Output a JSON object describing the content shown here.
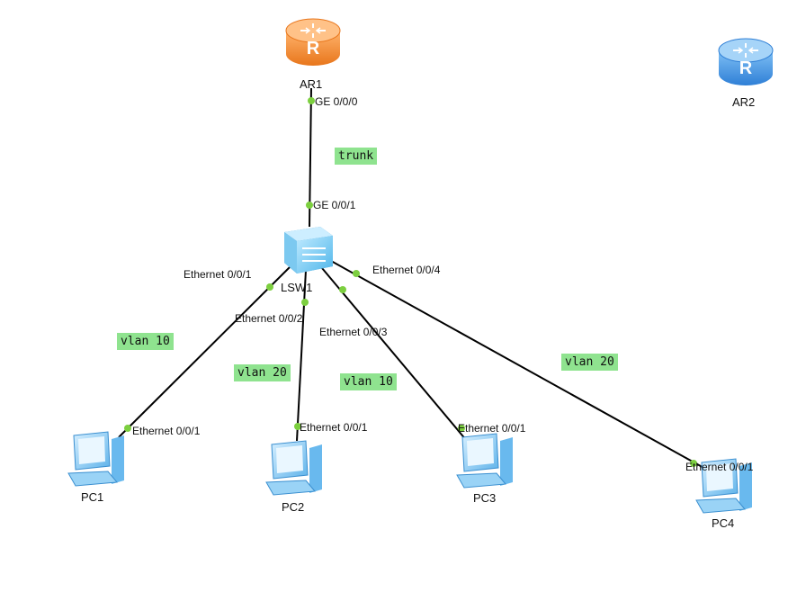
{
  "devices": {
    "ar1": {
      "label": "AR1",
      "color": "#f08a2c",
      "icon": "router-icon"
    },
    "ar2": {
      "label": "AR2",
      "color": "#3d8ee0",
      "icon": "router-icon"
    },
    "lsw1": {
      "label": "LSW1",
      "color": "#6cc7f2",
      "icon": "switch-icon"
    },
    "pc1": {
      "label": "PC1",
      "icon": "pc-icon"
    },
    "pc2": {
      "label": "PC2",
      "icon": "pc-icon"
    },
    "pc3": {
      "label": "PC3",
      "icon": "pc-icon"
    },
    "pc4": {
      "label": "PC4",
      "icon": "pc-icon"
    }
  },
  "ports": {
    "ar1_ge": "GE 0/0/0",
    "lsw1_ge": "GE 0/0/1",
    "lsw1_e1": "Ethernet 0/0/1",
    "lsw1_e2": "Ethernet 0/0/2",
    "lsw1_e3": "Ethernet 0/0/3",
    "lsw1_e4": "Ethernet 0/0/4",
    "pc1_e": "Ethernet 0/0/1",
    "pc2_e": "Ethernet 0/0/1",
    "pc3_e": "Ethernet 0/0/1",
    "pc4_e": "Ethernet 0/0/1"
  },
  "notes": {
    "trunk": "trunk",
    "vlan_pc1": "vlan 10",
    "vlan_pc2": "vlan 20",
    "vlan_pc3": "vlan 10",
    "vlan_pc4": "vlan 20"
  },
  "colors": {
    "link": "#000000",
    "port_dot": "#7ccf3f",
    "note_bg": "#8fe38f"
  }
}
